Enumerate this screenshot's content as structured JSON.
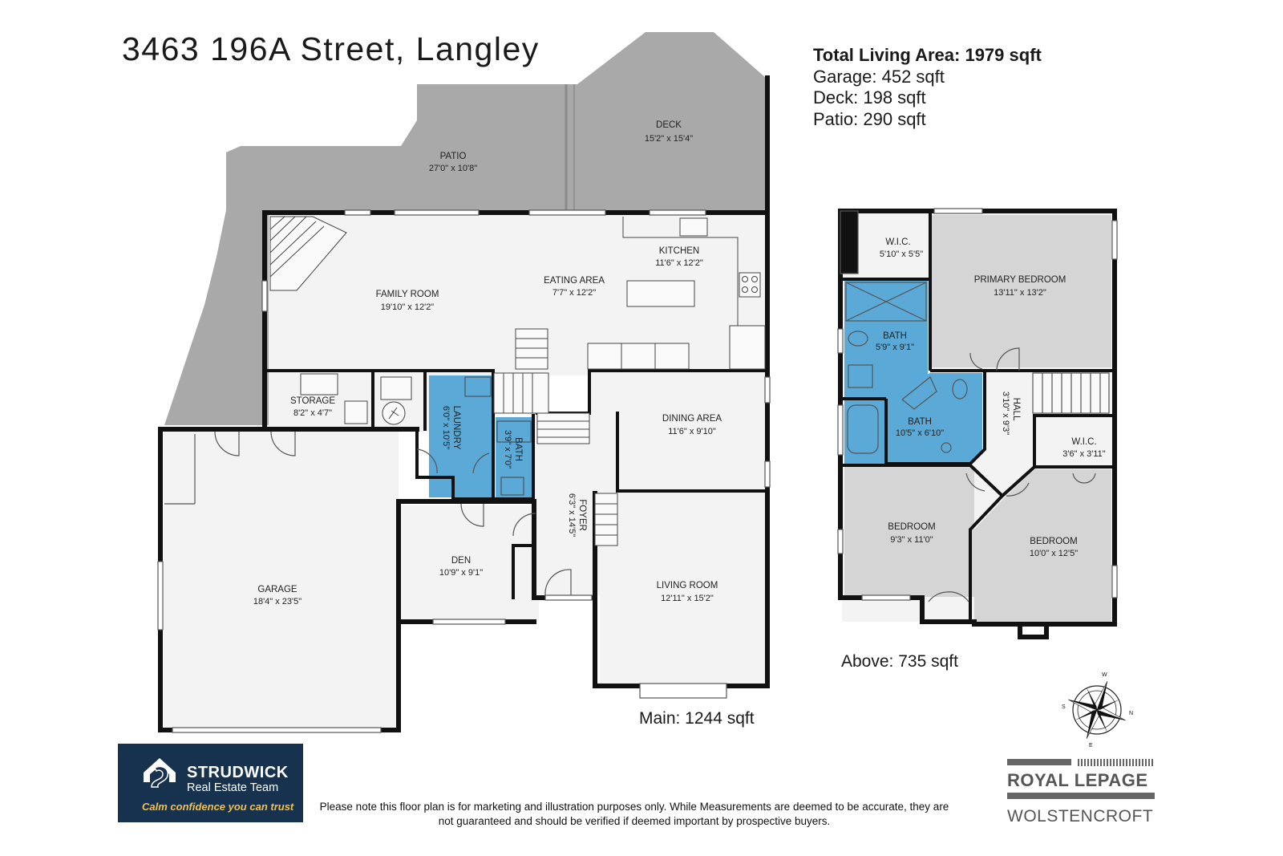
{
  "address": "3463 196A Street, Langley",
  "summary": {
    "total": "Total Living Area: 1979 sqft",
    "garage": "Garage: 452 sqft",
    "deck": "Deck: 198 sqft",
    "patio": "Patio: 290 sqft"
  },
  "main_area": "Main: 1244 sqft",
  "above_area": "Above: 735 sqft",
  "rooms": {
    "patio": {
      "name": "PATIO",
      "dim": "27'0\" x 10'8\""
    },
    "deck": {
      "name": "DECK",
      "dim": "15'2\" x 15'4\""
    },
    "family": {
      "name": "FAMILY ROOM",
      "dim": "19'10\" x 12'2\""
    },
    "eating": {
      "name": "EATING AREA",
      "dim": "7'7\" x 12'2\""
    },
    "kitchen": {
      "name": "KITCHEN",
      "dim": "11'6\" x 12'2\""
    },
    "storage": {
      "name": "STORAGE",
      "dim": "8'2\" x 4'7\""
    },
    "laundry": {
      "name": "LAUNDRY",
      "dim": "6'0\" x 10'5\""
    },
    "bath_main": {
      "name": "BATH",
      "dim": "3'9\" x 7'0\""
    },
    "dining": {
      "name": "DINING AREA",
      "dim": "11'6\" x 9'10\""
    },
    "foyer": {
      "name": "FOYER",
      "dim": "6'3\" x 14'5\""
    },
    "den": {
      "name": "DEN",
      "dim": "10'9\" x 9'1\""
    },
    "garage": {
      "name": "GARAGE",
      "dim": "18'4\" x 23'5\""
    },
    "living": {
      "name": "LIVING ROOM",
      "dim": "12'11\" x 15'2\""
    },
    "wic1": {
      "name": "W.I.C.",
      "dim": "5'10\" x 5'5\""
    },
    "primary": {
      "name": "PRIMARY BEDROOM",
      "dim": "13'11\" x 13'2\""
    },
    "bath_up1": {
      "name": "BATH",
      "dim": "5'9\" x 9'1\""
    },
    "bath_up2": {
      "name": "BATH",
      "dim": "10'5\" x 6'10\""
    },
    "hall": {
      "name": "HALL",
      "dim": "3'10\" x 9'3\""
    },
    "wic2": {
      "name": "W.I.C.",
      "dim": "3'6\" x 3'11\""
    },
    "bedroom1": {
      "name": "BEDROOM",
      "dim": "9'3\" x 11'0\""
    },
    "bedroom2": {
      "name": "BEDROOM",
      "dim": "10'0\" x 12'5\""
    }
  },
  "compass": {
    "n": "N",
    "e": "E",
    "s": "S",
    "w": "W"
  },
  "brand": {
    "team_title": "STRUDWICK",
    "team_sub": "Real Estate Team",
    "tagline": "Calm confidence you can trust",
    "brokerage": "ROYAL LEPAGE",
    "office": "WOLSTENCROFT"
  },
  "disclaimer": "Please note this floor plan is for marketing and illustration purposes only. While Measurements are deemed to be accurate, they are not guaranteed and should be verified if deemed important by prospective buyers.",
  "colors": {
    "outdoor": "#a8a8a8",
    "floor": "#f3f3f3",
    "bedroom": "#d5d5d5",
    "bath": "#5aa9d6",
    "wall": "#111111",
    "brand_navy": "#16324f",
    "brand_gold": "#f3c14a"
  }
}
